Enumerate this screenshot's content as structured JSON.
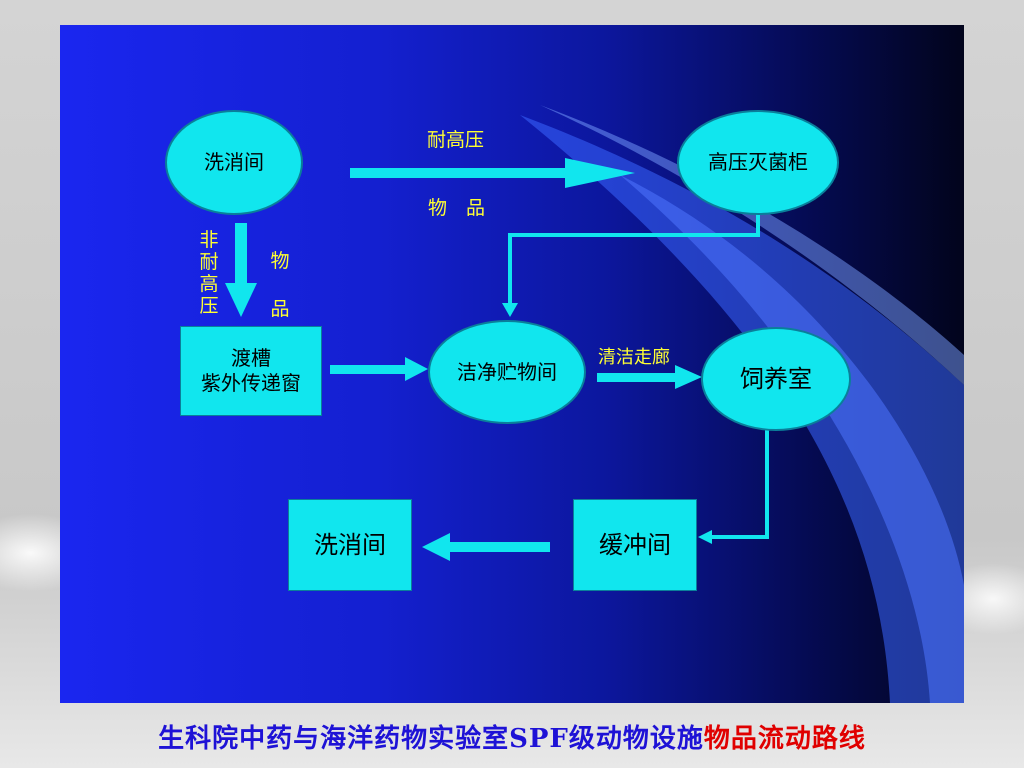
{
  "colors": {
    "node_fill": "#11e6ee",
    "arrow": "#11e6ee",
    "label_text": "#ffff33",
    "caption_blue": "#1e12d6",
    "caption_red": "#e00000"
  },
  "nodes": {
    "wash_top": "洗消间",
    "autoclave": "高压灭菌柜",
    "transfer_window": "渡槽\n紫外传递窗",
    "clean_storage": "洁净贮物间",
    "breeding_room": "饲养室",
    "buffer_room": "缓冲间",
    "wash_bottom": "洗消间"
  },
  "labels": {
    "high_pressure_top": "耐高压",
    "high_pressure_bottom": "物　品",
    "non_high_pressure": "非耐高压",
    "goods_vertical": "物品",
    "clean_corridor": "清洁走廊"
  },
  "caption": {
    "part_blue": "生科院中药与海洋药物实验室SPF级动物设施",
    "part_red": "物品流动路线"
  }
}
